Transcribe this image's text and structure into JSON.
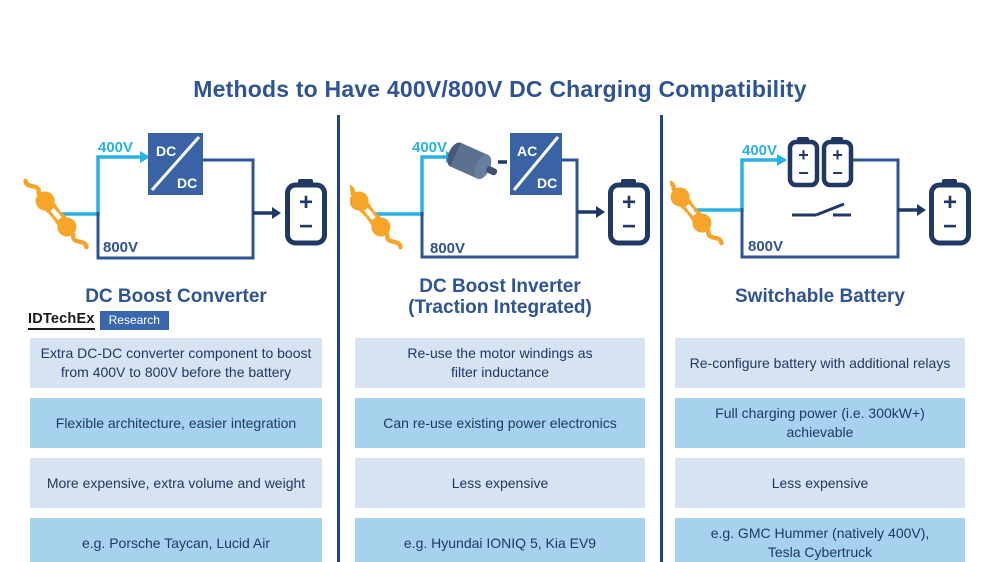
{
  "title": "Methods to Have 400V/800V DC Charging Compatibility",
  "logo": {
    "brand": "IDTechEx",
    "sub": "Research"
  },
  "colors": {
    "accent_cyan": "#29b2e6",
    "circuit_blue": "#2f5496",
    "navy": "#1f3864",
    "heading_blue": "#2e5496",
    "box_light": "#d6e3f2",
    "box_medium": "#a6d2ee",
    "plug_orange": "#f7a528",
    "converter_box_blue": "#3a63a5",
    "divider_blue": "#24418c"
  },
  "battery_symbols": {
    "plus": "+",
    "minus": "−"
  },
  "columns": [
    {
      "heading": "DC Boost Converter",
      "diagram": {
        "input_label": "400V",
        "loop_label": "800V",
        "box_top": "DC",
        "box_bottom": "DC"
      },
      "rows": [
        "Extra DC-DC converter component to boost\nfrom 400V to 800V before the battery",
        "Flexible architecture, easier integration",
        "More expensive, extra volume and weight",
        "e.g. Porsche Taycan, Lucid Air"
      ]
    },
    {
      "heading": "DC Boost Inverter\n(Traction Integrated)",
      "diagram": {
        "input_label": "400V",
        "loop_label": "800V",
        "box_top": "AC",
        "box_bottom": "DC"
      },
      "rows": [
        "Re-use the motor windings as\nfilter inductance",
        "Can re-use existing power electronics",
        "Less expensive",
        "e.g. Hyundai IONIQ 5, Kia EV9"
      ]
    },
    {
      "heading": "Switchable Battery",
      "diagram": {
        "input_label": "400V",
        "loop_label": "800V"
      },
      "rows": [
        "Re-configure battery with additional relays",
        "Full charging power (i.e. 300kW+)\nachievable",
        "Less expensive",
        "e.g. GMC Hummer (natively 400V),\nTesla Cybertruck"
      ]
    }
  ]
}
